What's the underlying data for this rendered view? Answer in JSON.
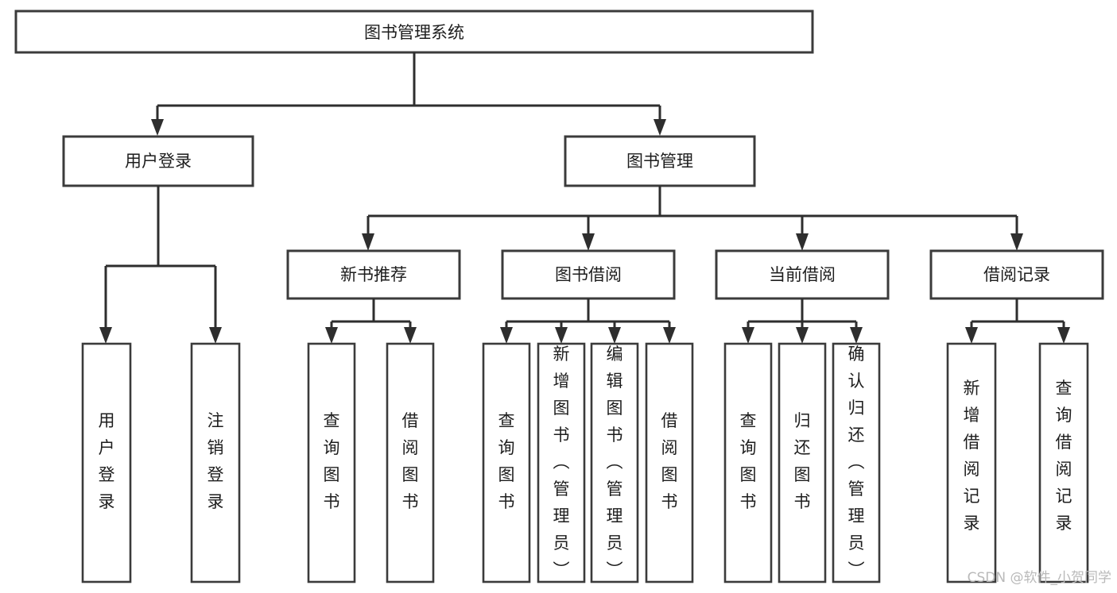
{
  "diagram": {
    "title": "图书管理系统",
    "type": "hierarchy-tree",
    "root": {
      "id": "root",
      "label": "图书管理系统"
    },
    "level2": [
      {
        "id": "user-login",
        "label": "用户登录"
      },
      {
        "id": "book-management",
        "label": "图书管理"
      }
    ],
    "level3": [
      {
        "id": "new-book-recommend",
        "label": "新书推荐",
        "parent": "book-management"
      },
      {
        "id": "book-borrow",
        "label": "图书借阅",
        "parent": "book-management"
      },
      {
        "id": "current-borrow",
        "label": "当前借阅",
        "parent": "book-management"
      },
      {
        "id": "borrow-record",
        "label": "借阅记录",
        "parent": "book-management"
      }
    ],
    "leaves": [
      {
        "id": "leaf-user-login",
        "label": "用户登录",
        "parent": "user-login"
      },
      {
        "id": "leaf-logout-login",
        "label": "注销登录",
        "parent": "user-login"
      },
      {
        "id": "leaf-query-book-1",
        "label": "查询图书",
        "parent": "new-book-recommend"
      },
      {
        "id": "leaf-borrow-book-1",
        "label": "借阅图书",
        "parent": "new-book-recommend"
      },
      {
        "id": "leaf-query-book-2",
        "label": "查询图书",
        "parent": "book-borrow"
      },
      {
        "id": "leaf-add-book",
        "label": "新增图书（管理员）",
        "parent": "book-borrow"
      },
      {
        "id": "leaf-edit-book",
        "label": "编辑图书（管理员）",
        "parent": "book-borrow"
      },
      {
        "id": "leaf-borrow-book-2",
        "label": "借阅图书",
        "parent": "book-borrow"
      },
      {
        "id": "leaf-query-book-3",
        "label": "查询图书",
        "parent": "current-borrow"
      },
      {
        "id": "leaf-return-book",
        "label": "归还图书",
        "parent": "current-borrow"
      },
      {
        "id": "leaf-confirm-return",
        "label": "确认归还（管理员）",
        "parent": "current-borrow"
      },
      {
        "id": "leaf-add-record",
        "label": "新增借阅记录",
        "parent": "borrow-record"
      },
      {
        "id": "leaf-query-record",
        "label": "查询借阅记录",
        "parent": "borrow-record"
      }
    ],
    "colors": {
      "box_stroke": "#3b3b3b",
      "connector": "#2e2e2e",
      "box_fill": "#ffffff",
      "text": "#1d1d1d",
      "watermark": "#b9b9b9",
      "background": "#ffffff"
    }
  },
  "watermark": {
    "text": "CSDN @软件_小贺同学"
  }
}
